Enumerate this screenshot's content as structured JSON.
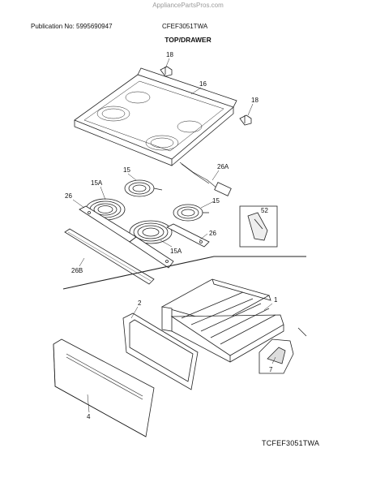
{
  "header": {
    "watermark": "AppliancePartsPros.com",
    "publication": "Publication No: 5995690947",
    "model": "CFEF3051TWA",
    "section_title": "TOP/DRAWER"
  },
  "callouts": [
    "18",
    "16",
    "18",
    "26A",
    "15",
    "15A",
    "26",
    "15",
    "52",
    "26",
    "15A",
    "26B",
    "1",
    "2",
    "7",
    "4"
  ],
  "footer": {
    "figure_code": "TCFEF3051TWA"
  }
}
